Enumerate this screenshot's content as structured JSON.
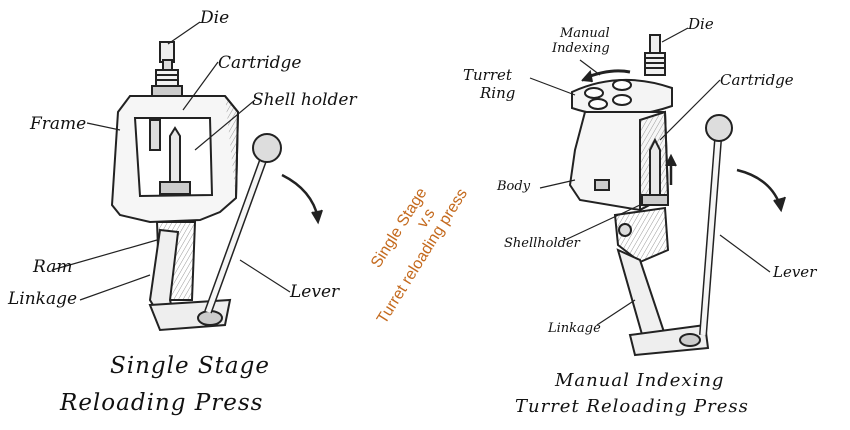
{
  "left_diagram": {
    "labels": {
      "die": "Die",
      "cartridge": "Cartridge",
      "shell_holder": "Shell holder",
      "frame": "Frame",
      "ram": "Ram",
      "linkage": "Linkage",
      "lever": "Lever"
    },
    "caption_line1": "Single Stage",
    "caption_line2": "Reloading Press"
  },
  "right_diagram": {
    "labels": {
      "manual_indexing_1": "Manual",
      "manual_indexing_2": "Indexing",
      "die": "Die",
      "turret_ring_1": "Turret",
      "turret_ring_2": "Ring",
      "cartridge": "Cartridge",
      "body": "Body",
      "shellholder": "Shellholder",
      "lever": "Lever",
      "linkage": "Linkage"
    },
    "caption_line1": "Manual Indexing",
    "caption_line2": "Turret Reloading Press"
  },
  "center_text": {
    "line1": "Single Stage",
    "line2": "v.s",
    "line3": "Turret reloading press",
    "color": "#c46a1e"
  }
}
